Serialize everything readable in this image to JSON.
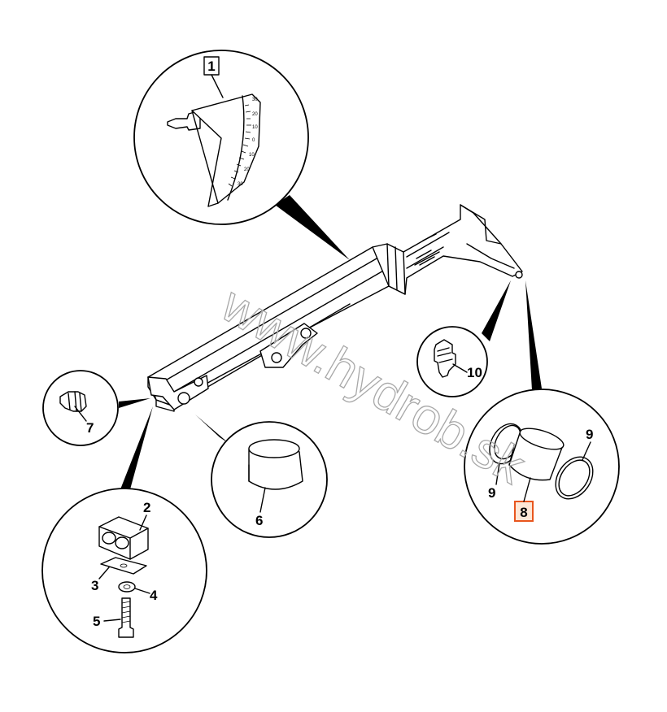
{
  "watermark": "www.hydrob.sk",
  "callouts": [
    {
      "id": "1",
      "label": "1"
    },
    {
      "id": "2",
      "label": "2"
    },
    {
      "id": "3",
      "label": "3"
    },
    {
      "id": "4",
      "label": "4"
    },
    {
      "id": "5",
      "label": "5"
    },
    {
      "id": "6",
      "label": "6"
    },
    {
      "id": "7",
      "label": "7"
    },
    {
      "id": "8",
      "label": "8",
      "highlighted": true
    },
    {
      "id": "9a",
      "label": "9"
    },
    {
      "id": "9b",
      "label": "9"
    },
    {
      "id": "10",
      "label": "10"
    }
  ],
  "angle_scale": [
    "30",
    "20",
    "10",
    "0",
    "10",
    "20",
    "30"
  ],
  "colors": {
    "highlight_border": "#e8561e",
    "highlight_fill": "#fde7d6",
    "watermark": "#a8a8a8"
  }
}
